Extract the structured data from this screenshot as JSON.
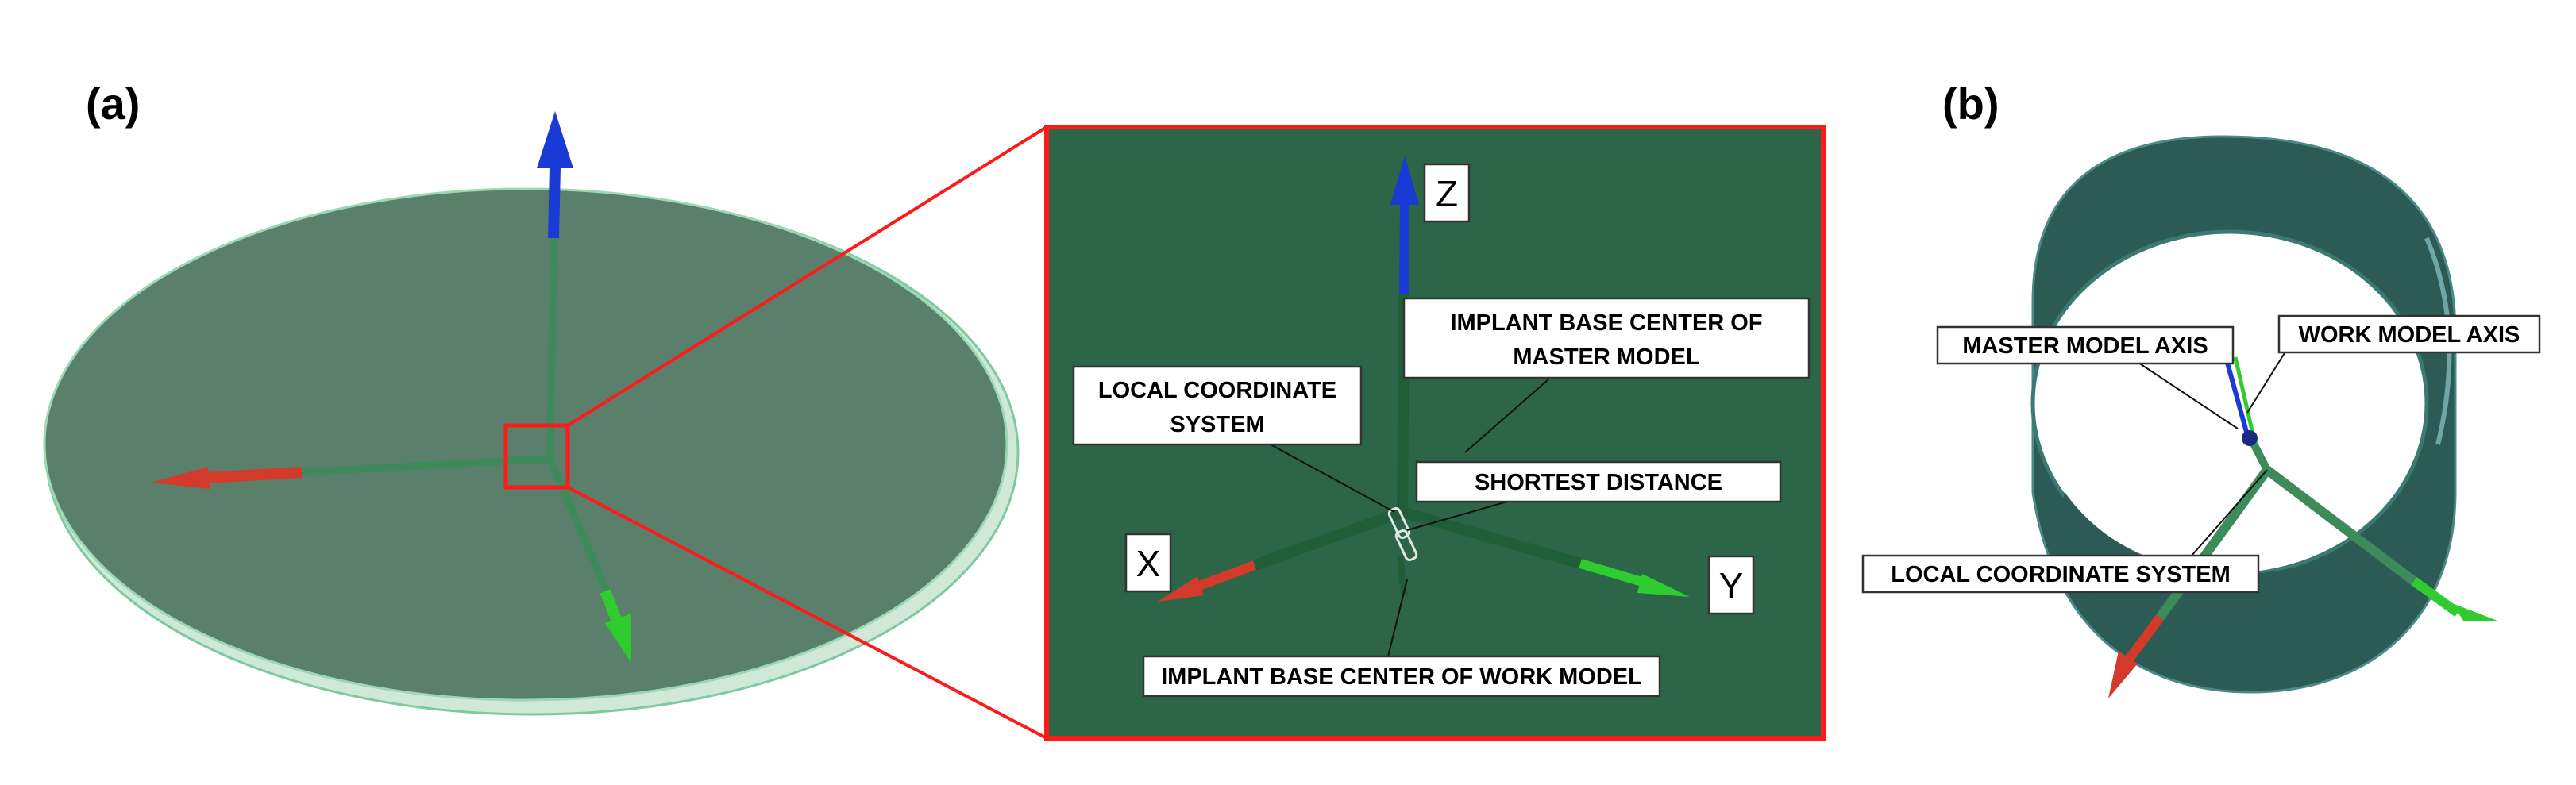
{
  "panels": {
    "a": {
      "label": "(a)"
    },
    "b": {
      "label": "(b)"
    }
  },
  "zoom": {
    "axis_labels": {
      "x": "X",
      "y": "Y",
      "z": "Z"
    },
    "callouts": {
      "master_center_line1": "IMPLANT BASE CENTER OF",
      "master_center_line2": "MASTER MODEL",
      "local_cs_line1": "LOCAL COORDINATE",
      "local_cs_line2": "SYSTEM",
      "shortest_distance": "SHORTEST DISTANCE",
      "work_center": "IMPLANT BASE CENTER OF WORK  MODEL"
    }
  },
  "panel_b": {
    "callouts": {
      "master_axis": "MASTER MODEL AXIS",
      "work_axis": "WORK MODEL AXIS",
      "local_cs": "LOCAL COORDINATE SYSTEM"
    }
  },
  "colors": {
    "x_axis": "#d43a2a",
    "y_axis": "#2ecc2e",
    "z_axis": "#1a3ad6",
    "zoom_background": "#2d6549",
    "highlight": "#ff1a1a",
    "disc": "#5a7f6a",
    "ring": "#2c5a54"
  }
}
